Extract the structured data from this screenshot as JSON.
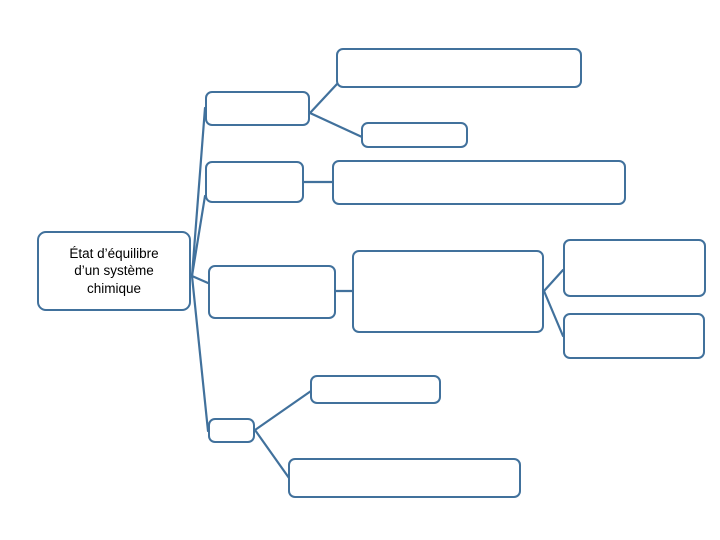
{
  "diagram": {
    "title": "État d’équilibre d’un système chimique",
    "type": "mind-map",
    "orientation": "left-to-right",
    "colors": {
      "node_border": "#41719c",
      "node_fill": "#ffffff",
      "edge": "#41719c",
      "text": "#000000",
      "background": "#ffffff"
    },
    "root": {
      "id": "root",
      "label": "État d’équilibre\nd’un système\nchimique"
    },
    "nodes": [
      {
        "id": "b1",
        "label": ""
      },
      {
        "id": "b2",
        "label": ""
      },
      {
        "id": "b3",
        "label": ""
      },
      {
        "id": "b4",
        "label": ""
      },
      {
        "id": "b5",
        "label": ""
      },
      {
        "id": "b6",
        "label": ""
      },
      {
        "id": "b7",
        "label": ""
      },
      {
        "id": "b8",
        "label": ""
      },
      {
        "id": "b9",
        "label": ""
      },
      {
        "id": "b10",
        "label": ""
      },
      {
        "id": "b11",
        "label": ""
      },
      {
        "id": "b12",
        "label": ""
      }
    ],
    "edges": [
      {
        "from": "root",
        "to": "b2"
      },
      {
        "from": "root",
        "to": "b3"
      },
      {
        "from": "root",
        "to": "b5"
      },
      {
        "from": "root",
        "to": "b9"
      },
      {
        "from": "b2",
        "to": "b1"
      },
      {
        "from": "b2",
        "to": "b4"
      },
      {
        "from": "b3",
        "to": "b6"
      },
      {
        "from": "b5",
        "to": "b7"
      },
      {
        "from": "b7",
        "to": "b8"
      },
      {
        "from": "b7",
        "to": "b10"
      },
      {
        "from": "b9",
        "to": "b11"
      },
      {
        "from": "b9",
        "to": "b12"
      }
    ]
  }
}
